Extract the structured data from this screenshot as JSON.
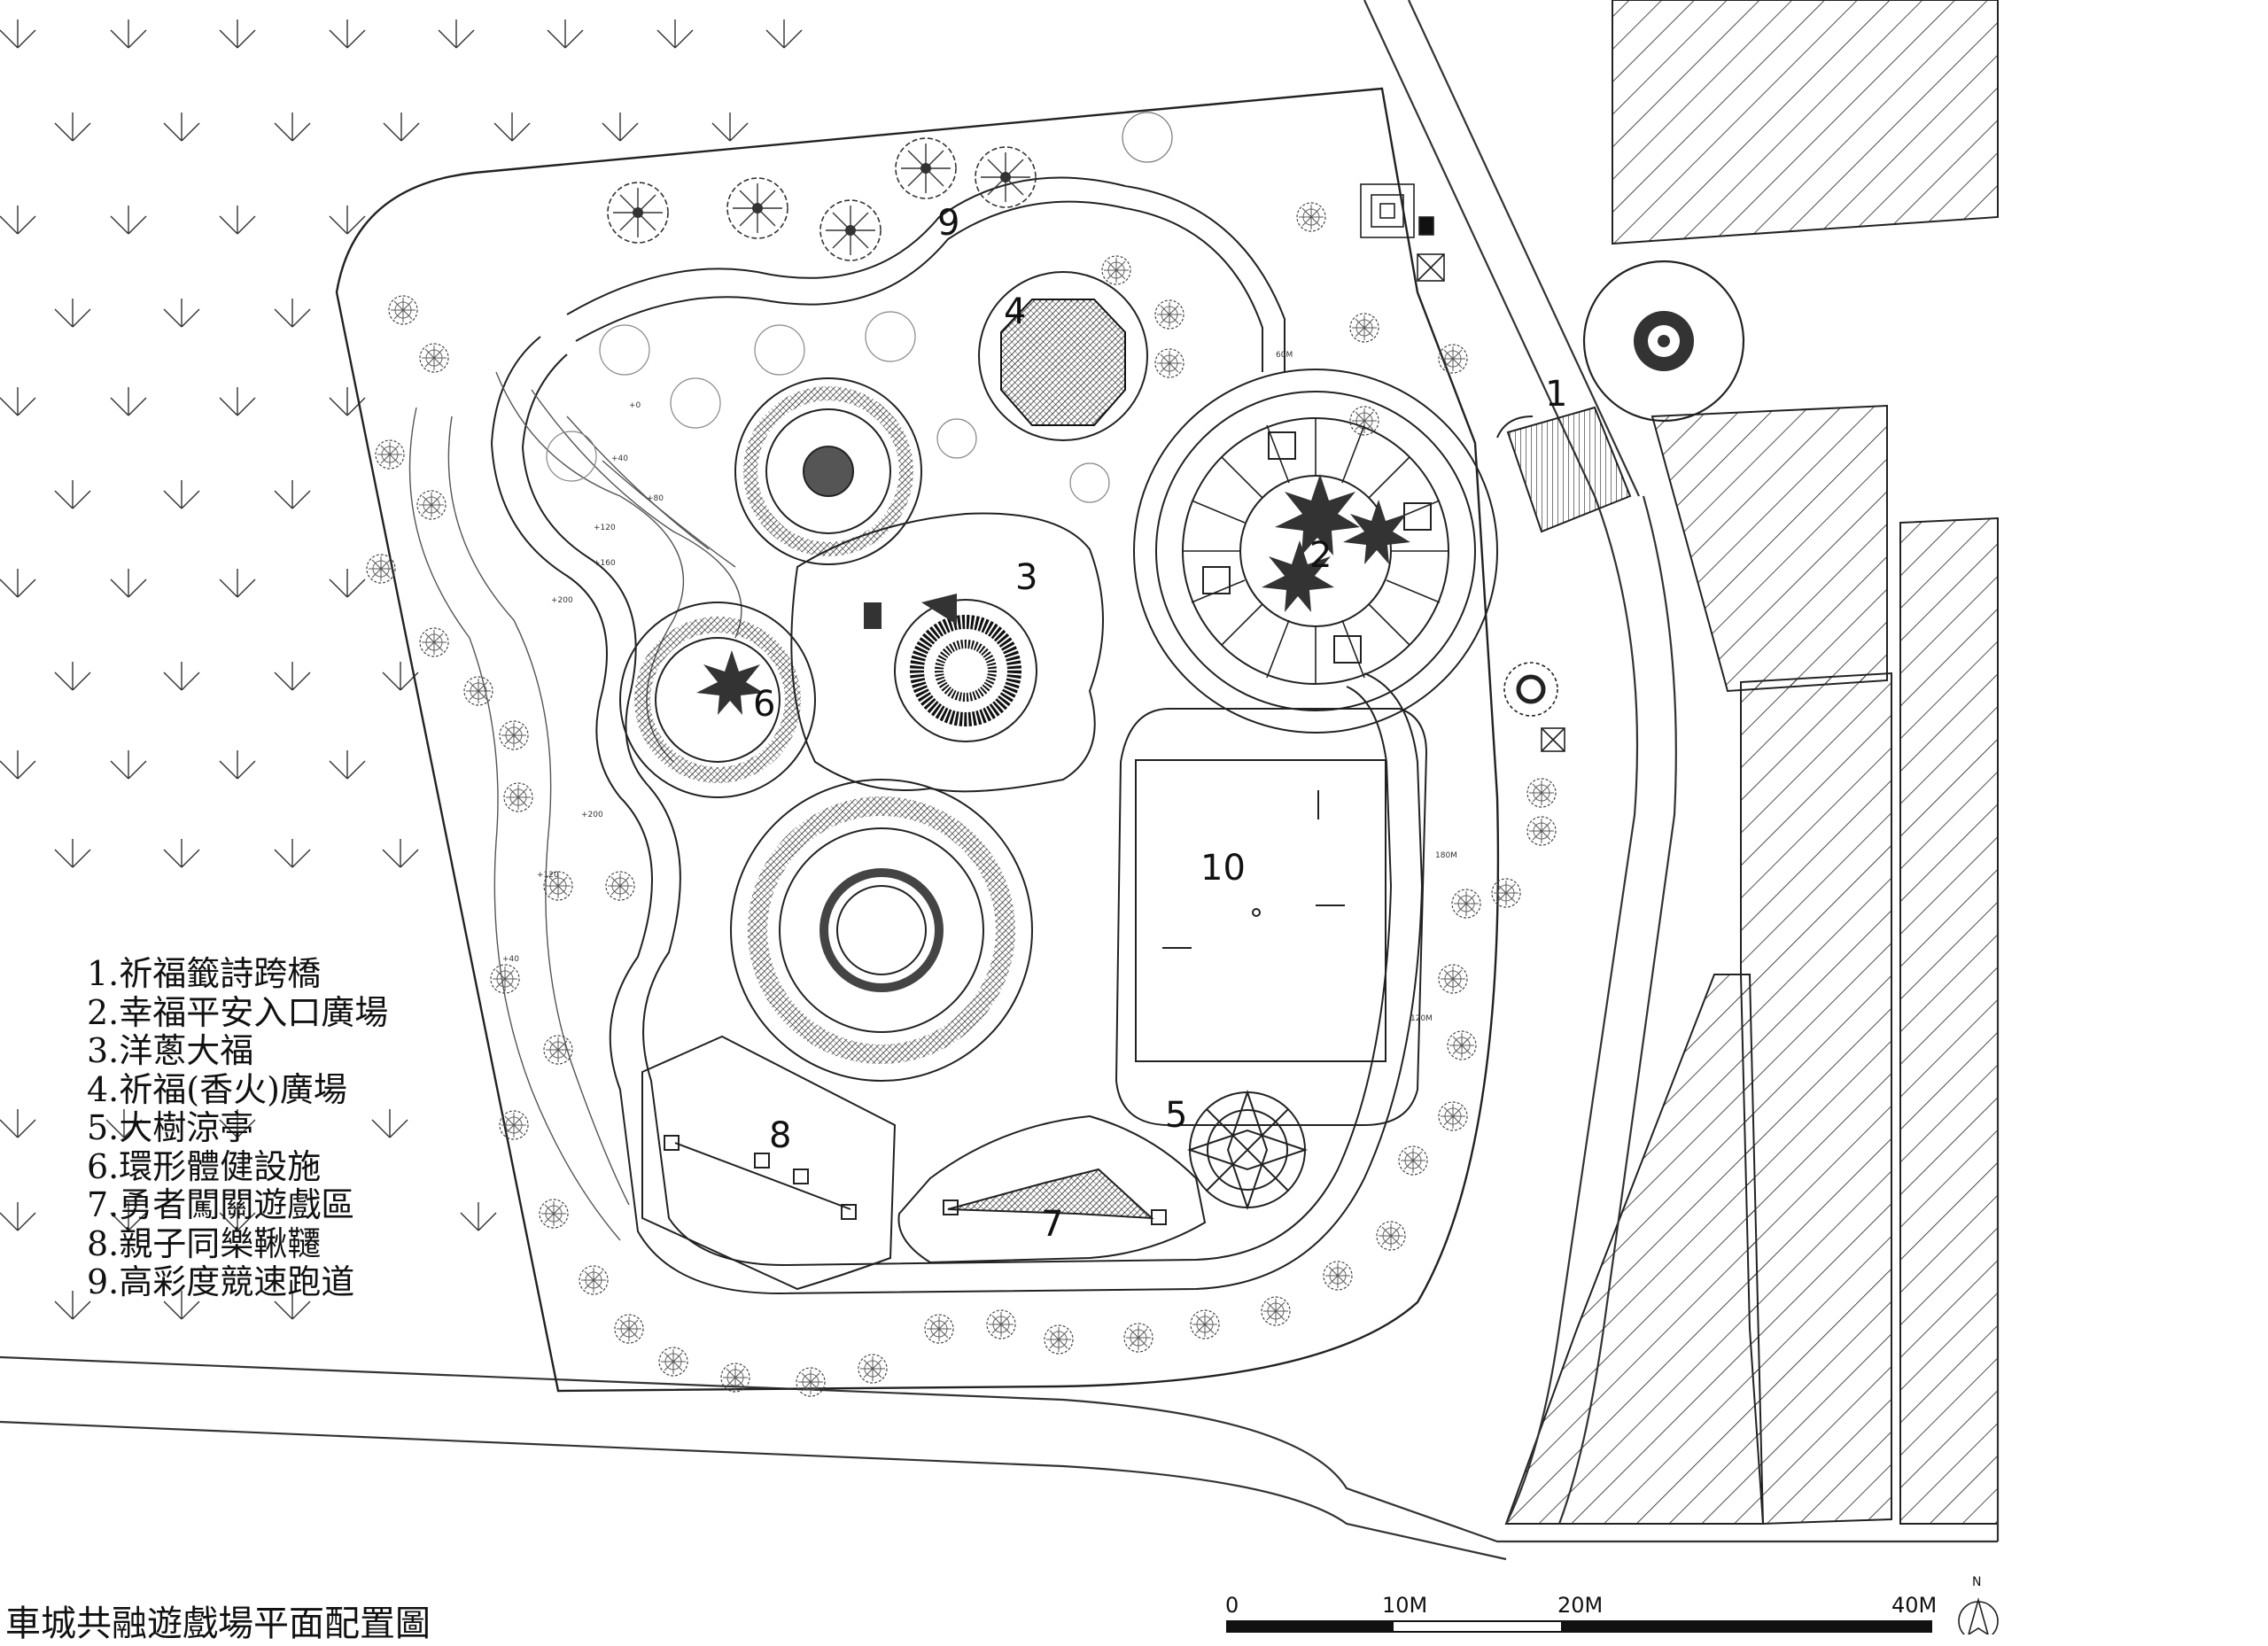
{
  "legend": [
    "1.祈福籤詩跨橋",
    "2.幸福平安入口廣場",
    "3.洋蔥大福",
    "4.祈福(香火)廣場",
    "5.大樹涼亭",
    "6.環形體健設施",
    "7.勇者闖關遊戲區",
    "8.親子同樂鞦韆",
    "9.高彩度競速跑道"
  ],
  "title": "車城共融遊戲場平面配置圖",
  "zones": [
    "1",
    "2",
    "3",
    "4",
    "5",
    "6",
    "7",
    "8",
    "9",
    "10"
  ],
  "scale_bar": {
    "labels": [
      "0",
      "10M",
      "20M",
      "40M"
    ]
  },
  "north": "N",
  "elevation_marks": [
    "+0",
    "+40",
    "+80",
    "+120",
    "+160",
    "+200",
    "+200",
    "+120",
    "+40"
  ],
  "track_marks": [
    "60M",
    "180M",
    "120M"
  ]
}
